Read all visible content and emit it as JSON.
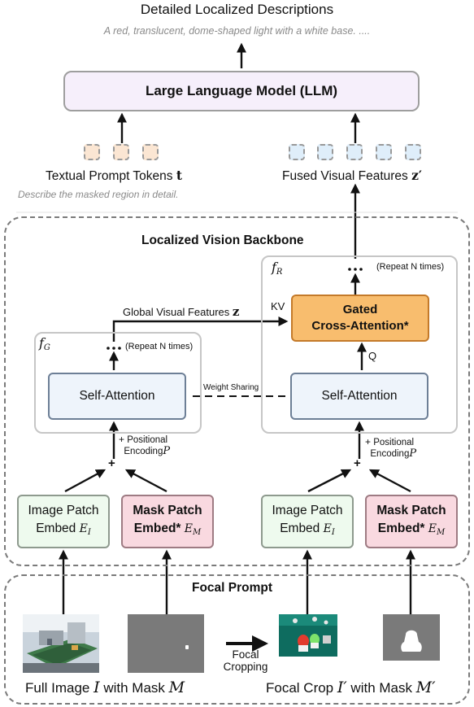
{
  "top": {
    "title": "Detailed Localized Descriptions",
    "caption": "A red, translucent, dome-shaped light with a white base. ...."
  },
  "llm": {
    "label": "Large Language Model (LLM)"
  },
  "prompt_tokens": {
    "label": "Textual Prompt Tokens",
    "symbol": "t",
    "hint": "Describe the masked region in detail."
  },
  "fused": {
    "label": "Fused Visual Features",
    "symbol": "z′"
  },
  "backbone": {
    "title": "Localized Vision Backbone",
    "global_label": "Global Visual Features",
    "global_symbol": "z",
    "kv": "KV",
    "q": "Q",
    "weight_sharing": "Weight Sharing",
    "repeat": "(Repeat N times)",
    "fg": "G",
    "fr": "R",
    "self_attention": "Self-Attention",
    "gated_line1": "Gated",
    "gated_line2": "Cross-Attention*",
    "plus": "+",
    "pos_line1": "Positional",
    "pos_line2": "Encoding",
    "pos_symbol": "P",
    "image_patch_line1": "Image Patch",
    "image_patch_line2": "Embed",
    "image_patch_sub": "I",
    "mask_patch_line1": "Mask Patch",
    "mask_patch_line2": "Embed*",
    "mask_patch_sub": "M"
  },
  "focal": {
    "title": "Focal Prompt",
    "cropping_line1": "Focal",
    "cropping_line2": "Cropping",
    "full_caption_a": "Full Image ",
    "full_caption_i": "I",
    "full_caption_b": " with Mask ",
    "full_caption_m": "M",
    "crop_caption_a": "Focal Crop ",
    "crop_caption_i": "I′",
    "crop_caption_b": " with Mask ",
    "crop_caption_m": "M′"
  },
  "colors": {
    "llm_fill": "#f6effb",
    "self_attention_fill": "#eef4fb",
    "gated_fill": "#f8bd6e",
    "image_embed_fill": "#eefaee",
    "mask_embed_fill": "#f9d9e0",
    "text_token_fill": "#fbe6d3",
    "visual_token_fill": "#dfeefa"
  }
}
